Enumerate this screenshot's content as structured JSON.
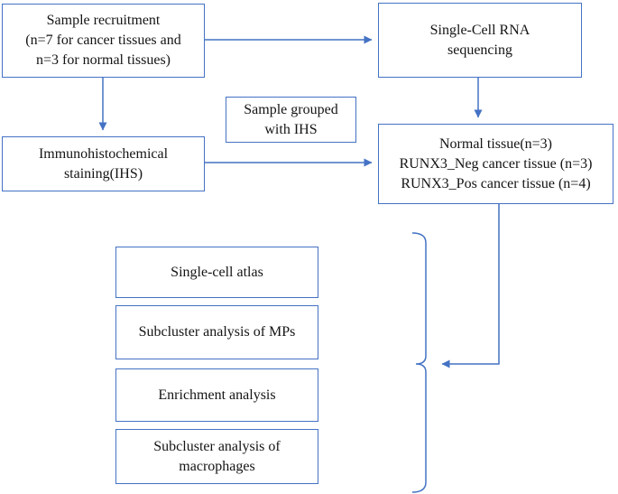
{
  "diagram": {
    "type": "flowchart",
    "colors": {
      "line": "#4472c4",
      "box_border": "#4472c4",
      "box_fill": "#ffffff",
      "text": "#141414",
      "background": "#ffffff"
    },
    "boxes": {
      "sample_recruitment": {
        "lines": [
          "Sample recruitment",
          "(n=7 for cancer tissues and",
          "n=3 for normal tissues)"
        ]
      },
      "single_cell_rna": {
        "lines": [
          "Single-Cell RNA",
          "sequencing"
        ]
      },
      "sample_grouped": {
        "lines": [
          "Sample grouped",
          "with IHS"
        ]
      },
      "ihs_staining": {
        "lines": [
          "Immunohistochemical",
          "staining(IHS)"
        ]
      },
      "tissue_groups": {
        "lines": [
          "Normal tissue(n=3)",
          "RUNX3_Neg cancer tissue (n=3)",
          "RUNX3_Pos cancer tissue (n=4)"
        ]
      },
      "single_cell_atlas": {
        "lines": [
          "Single-cell atlas"
        ]
      },
      "subcluster_mps": {
        "lines": [
          "Subcluster analysis of MPs"
        ]
      },
      "enrichment_analysis": {
        "lines": [
          "Enrichment analysis"
        ]
      },
      "subcluster_macrophages": {
        "lines": [
          "Subcluster analysis of",
          "macrophages"
        ]
      }
    },
    "connectors": [
      "sample_recruitment -> single_cell_rna",
      "sample_recruitment -> ihs_staining",
      "ihs_staining -> tissue_groups",
      "single_cell_rna -> tissue_groups",
      "tissue_groups -> analysis_group_brace"
    ]
  }
}
